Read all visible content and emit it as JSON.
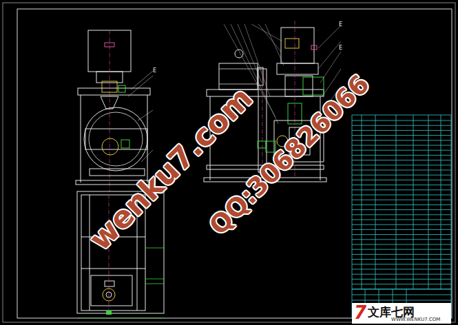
{
  "diagram": {
    "labels": [
      "E",
      "E",
      "E",
      "wenku7.com",
      "QQ:306826066",
      "7",
      "文库七网",
      "WWW.WENKU7.COM"
    ]
  }
}
